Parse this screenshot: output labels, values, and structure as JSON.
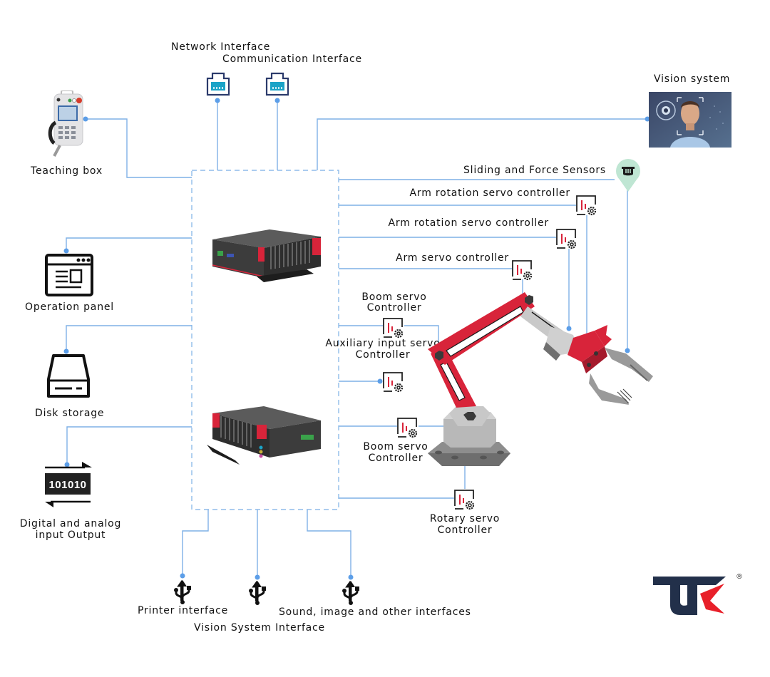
{
  "colors": {
    "wire": "#7fb1e6",
    "dot": "#5c9ee8",
    "robot_red": "#d8243a",
    "robot_gray": "#9a9a9a",
    "sensor_pin": "#bfe6d3",
    "logo_navy": "#22304a",
    "logo_red": "#e8202a",
    "port_icon": "#1aa3c7"
  },
  "top": {
    "network_interface": "Network Interface",
    "communication_interface": "Communication Interface"
  },
  "left": {
    "teaching_box": "Teaching box",
    "operation_panel": "Operation panel",
    "disk_storage": "Disk storage",
    "digital_io_line1": "Digital and analog",
    "digital_io_line2": "input Output",
    "digital_io_code": "101010"
  },
  "right": {
    "vision_system": "Vision system",
    "sliding_force_sensors": "Sliding and Force Sensors",
    "arm_rotation_1": "Arm rotation servo controller",
    "arm_rotation_2": "Arm rotation servo controller",
    "arm_servo": "Arm servo controller",
    "boom_servo_1_line1": "Boom servo",
    "boom_servo_1_line2": "Controller",
    "aux_input_line1": "Auxiliary input servo",
    "aux_input_line2": "Controller",
    "boom_servo_2_line1": "Boom servo",
    "boom_servo_2_line2": "Controller",
    "rotary_servo_line1": "Rotary servo",
    "rotary_servo_line2": "Controller"
  },
  "bottom": {
    "printer_interface": "Printer interface",
    "vision_system_interface": "Vision System Interface",
    "sound_image_interfaces": "Sound, image and other interfaces"
  },
  "logo": {
    "registered": "®"
  }
}
